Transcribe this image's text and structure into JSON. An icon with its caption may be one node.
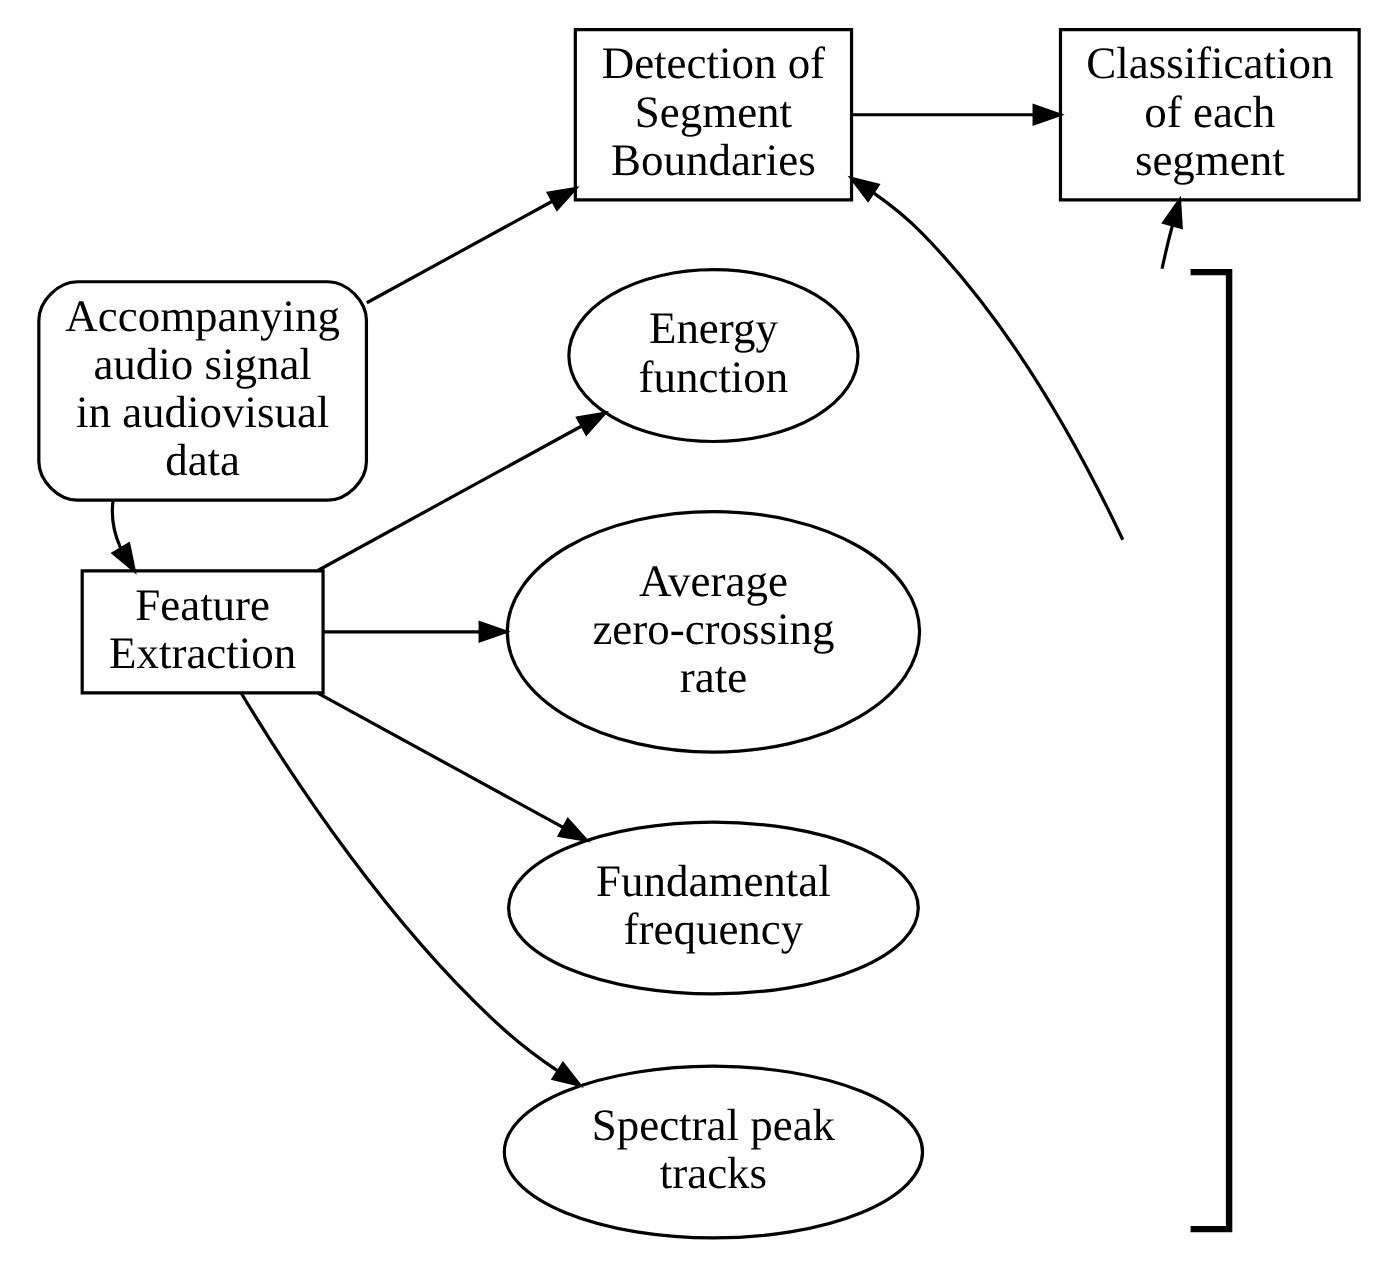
{
  "diagram": {
    "nodes": [
      {
        "text": [
          "Accompanying audio signal in audiovisual data"
        ]
      },
      {
        "text": [
          "Detection of Segment Boundaries"
        ]
      },
      {
        "text": [
          "Classification of each segment"
        ]
      },
      {
        "text": [
          "Feature Extraction"
        ]
      },
      {
        "text": [
          "Energy function"
        ]
      },
      {
        "text": [
          "Average zero-crossing rate"
        ]
      },
      {
        "text": [
          "Fundamental frequency"
        ]
      },
      {
        "text": [
          "Spectral peak tracks"
        ]
      },
      {
        "text": [],
        "shape": "bracket"
      }
    ],
    "edges": [
      {
        "from": 0,
        "to": 1,
        "arrow": "to"
      },
      {
        "from": 1,
        "to": 2,
        "arrow": "to"
      },
      {
        "from": 0,
        "to": 3,
        "arrow": "to"
      },
      {
        "from": 3,
        "to": 4,
        "arrow": "to"
      },
      {
        "from": 3,
        "to": 5,
        "arrow": "to"
      },
      {
        "from": 3,
        "to": 6,
        "arrow": "to"
      },
      {
        "from": 3,
        "to": 7,
        "arrow": "to"
      },
      {
        "from": 8,
        "to": 1,
        "arrow": "to"
      },
      {
        "from": 8,
        "to": 2,
        "arrow": "to"
      }
    ]
  }
}
